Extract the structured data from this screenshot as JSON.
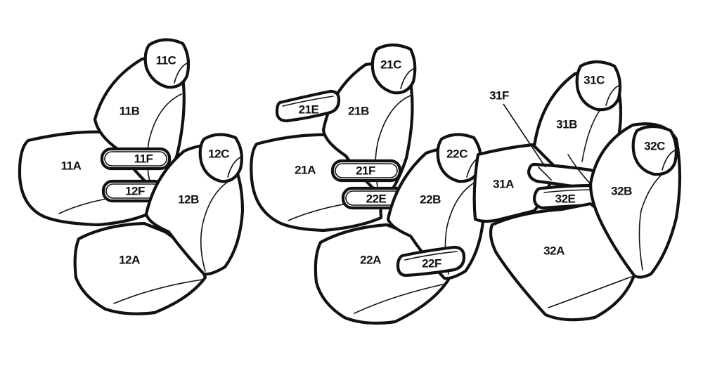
{
  "colors": {
    "line": "#111111",
    "fill": "#ffffff"
  },
  "labels": {
    "s11A": "11A",
    "s11B": "11B",
    "s11C": "11C",
    "s11F": "11F",
    "s12F": "12F",
    "s12A": "12A",
    "s12B": "12B",
    "s12C": "12C",
    "s21A": "21A",
    "s21B": "21B",
    "s21C": "21C",
    "s21E": "21E",
    "s21F": "21F",
    "s22A": "22A",
    "s22B": "22B",
    "s22C": "22C",
    "s22E": "22E",
    "s22F": "22F",
    "s31A": "31A",
    "s31B": "31B",
    "s31C": "31C",
    "s31F": "31F",
    "s32A": "32A",
    "s32B": "32B",
    "s32C": "32C",
    "s32E": "32E"
  }
}
